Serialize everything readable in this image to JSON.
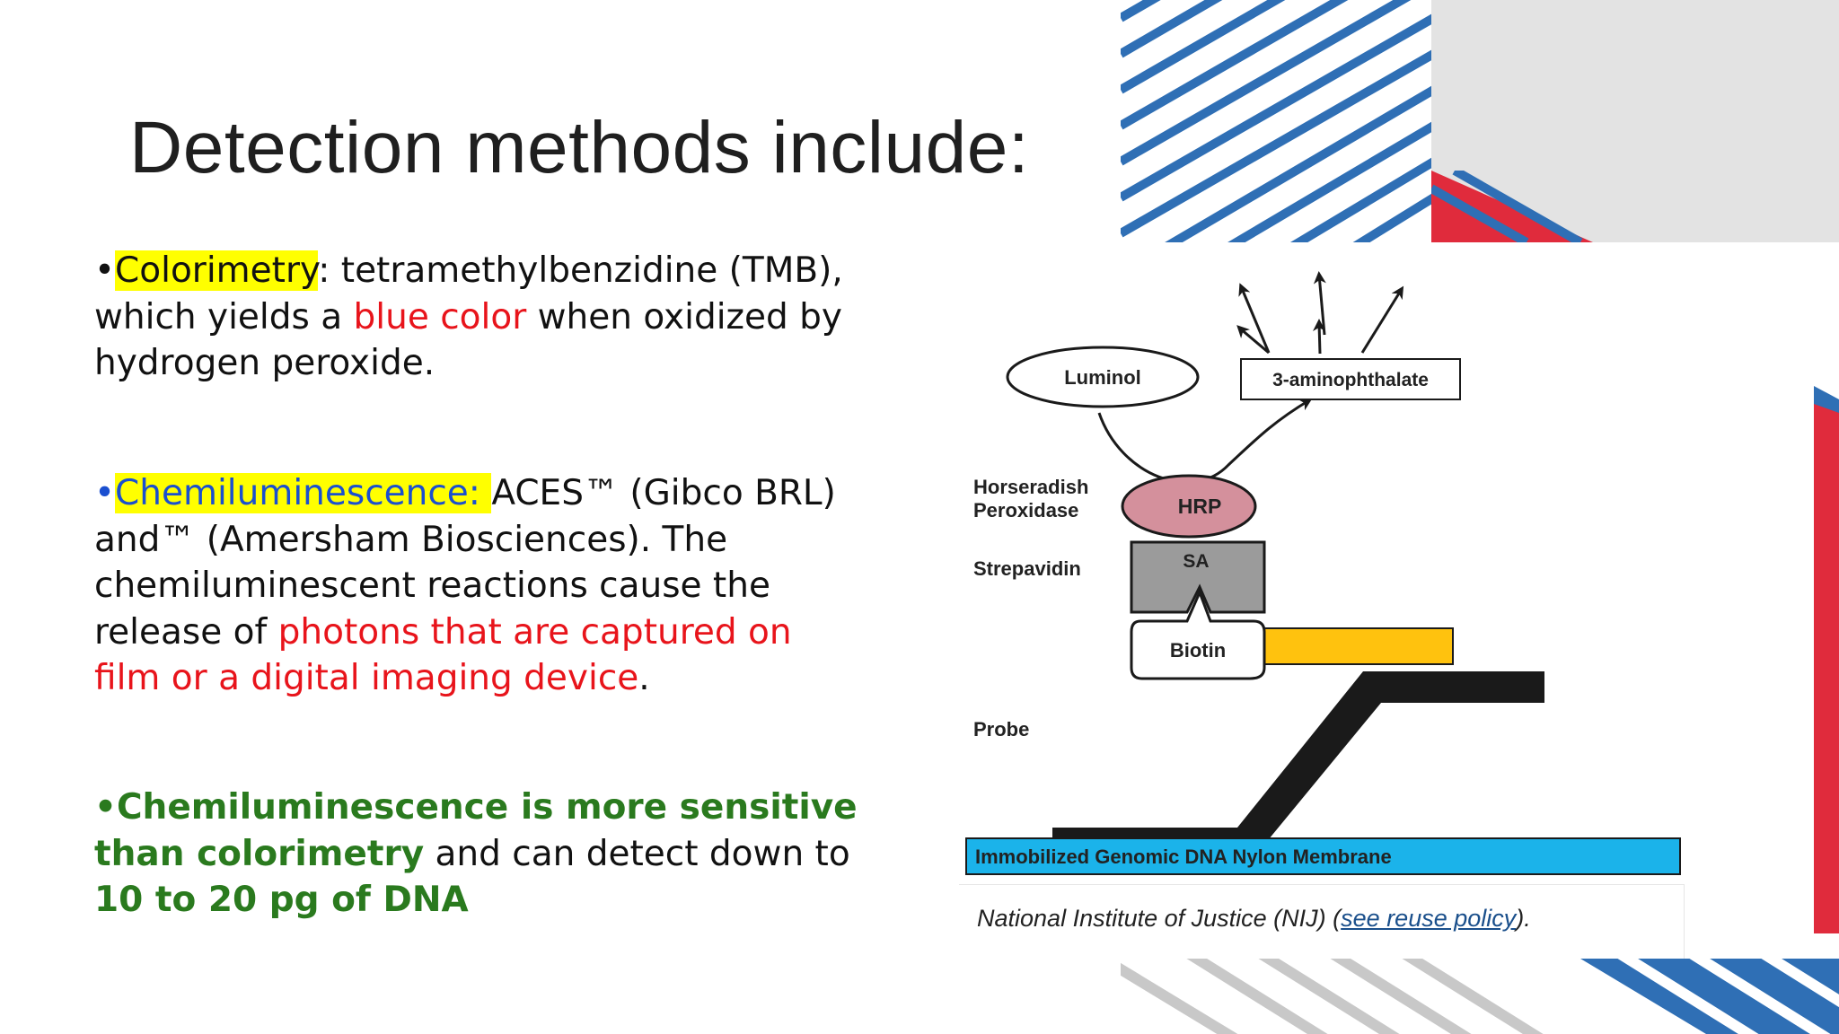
{
  "slide": {
    "title": "Detection methods include:"
  },
  "bullets": {
    "b1": {
      "marker": "•",
      "term": "Colorimetry",
      "text1": ": tetramethylbenzidine (TMB), which yields a ",
      "highlight": "blue color",
      "text2": " when oxidized by hydrogen peroxide."
    },
    "b2": {
      "marker": "•",
      "term": "Chemiluminescence: ",
      "text1": "ACES™ (Gibco BRL) and™  (Amersham Biosciences). The chemiluminescent reactions cause the release of ",
      "highlight": "photons that are captured on film or a digital imaging device",
      "text2": "."
    },
    "b3": {
      "marker": "•",
      "strong": "Chemiluminescence is more sensitive than colorimetry",
      "text1": " and can detect down to ",
      "strong2": "10 to 20 pg of DNA"
    }
  },
  "diagram": {
    "luminol": "Luminol",
    "product": "3-aminophthalate",
    "hrp_label_line1": "Horseradish",
    "hrp_label_line2": "Peroxidase",
    "hrp": "HRP",
    "strep_label": "Strepavidin",
    "sa": "SA",
    "biotin": "Biotin",
    "probe_label": "Probe",
    "membrane": "Immobilized Genomic DNA Nylon Membrane",
    "colors": {
      "hrp_fill": "#d4909c",
      "sa_fill": "#9b9b9b",
      "biotin_tag": "#ffc20e",
      "membrane": "#1bb3ea",
      "probe": "#1a1a1a"
    }
  },
  "caption": {
    "prefix": "National Institute of Justice (NIJ) (",
    "link": "see reuse policy",
    "suffix": ")."
  },
  "decor": {
    "stripe_blue": "#2f6fb5",
    "accent_red": "#e02b3c",
    "panel_gray": "#e3e3e3",
    "stripe_gray": "#c8c8c8"
  }
}
